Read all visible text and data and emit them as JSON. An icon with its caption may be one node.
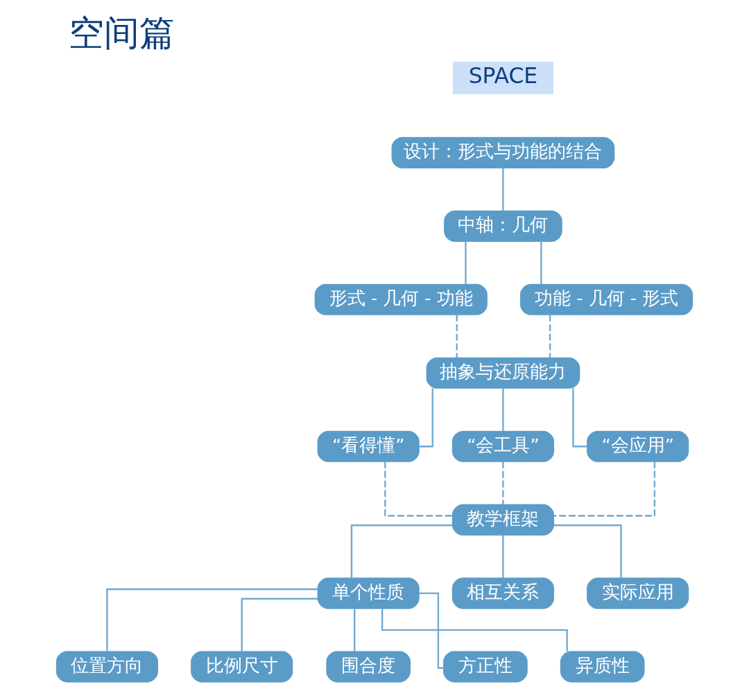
{
  "diagram": {
    "title": "空间篇",
    "nodes": [
      {
        "text": [
          "设计：形式与功能的结合"
        ]
      },
      {
        "text": [
          "中轴：几何"
        ]
      },
      {
        "text": [
          "形式 - 几何 - 功能"
        ]
      },
      {
        "text": [
          "功能 - 几何 - 形式"
        ]
      },
      {
        "text": [
          "抽象与还原能力"
        ]
      },
      {
        "text": [
          "“看得懂”"
        ]
      },
      {
        "text": [
          "“会工具”"
        ]
      },
      {
        "text": [
          "“会应用”"
        ]
      },
      {
        "text": [
          "教学框架"
        ]
      },
      {
        "text": [
          "单个性质"
        ]
      },
      {
        "text": [
          "相互关系"
        ]
      },
      {
        "text": [
          "实际应用"
        ]
      },
      {
        "text": [
          "位置方向"
        ]
      },
      {
        "text": [
          "比例尺寸"
        ]
      },
      {
        "text": [
          "围合度"
        ]
      },
      {
        "text": [
          "方正性"
        ]
      },
      {
        "text": [
          "异质性"
        ]
      }
    ],
    "edges": [
      {
        "from": 0,
        "to": 1,
        "arrow": "none"
      },
      {
        "from": 1,
        "to": 2,
        "arrow": "none"
      },
      {
        "from": 1,
        "to": 3,
        "arrow": "none"
      },
      {
        "from": 2,
        "to": 4,
        "arrow": "none",
        "style": "dashed"
      },
      {
        "from": 3,
        "to": 4,
        "arrow": "none",
        "style": "dashed"
      },
      {
        "from": 4,
        "to": 5,
        "arrow": "none"
      },
      {
        "from": 4,
        "to": 6,
        "arrow": "none"
      },
      {
        "from": 4,
        "to": 7,
        "arrow": "none"
      },
      {
        "from": 5,
        "to": 8,
        "arrow": "none",
        "style": "dashed"
      },
      {
        "from": 6,
        "to": 8,
        "arrow": "none",
        "style": "dashed"
      },
      {
        "from": 7,
        "to": 8,
        "arrow": "none",
        "style": "dashed"
      },
      {
        "from": 8,
        "to": 9,
        "arrow": "none"
      },
      {
        "from": 8,
        "to": 10,
        "arrow": "none"
      },
      {
        "from": 8,
        "to": 11,
        "arrow": "none"
      },
      {
        "from": 9,
        "to": 12,
        "arrow": "none"
      },
      {
        "from": 9,
        "to": 13,
        "arrow": "none"
      },
      {
        "from": 9,
        "to": 14,
        "arrow": "none"
      },
      {
        "from": 9,
        "to": 15,
        "arrow": "none"
      },
      {
        "from": 9,
        "to": 16,
        "arrow": "none"
      }
    ],
    "labels": [
      "SPACE"
    ]
  }
}
